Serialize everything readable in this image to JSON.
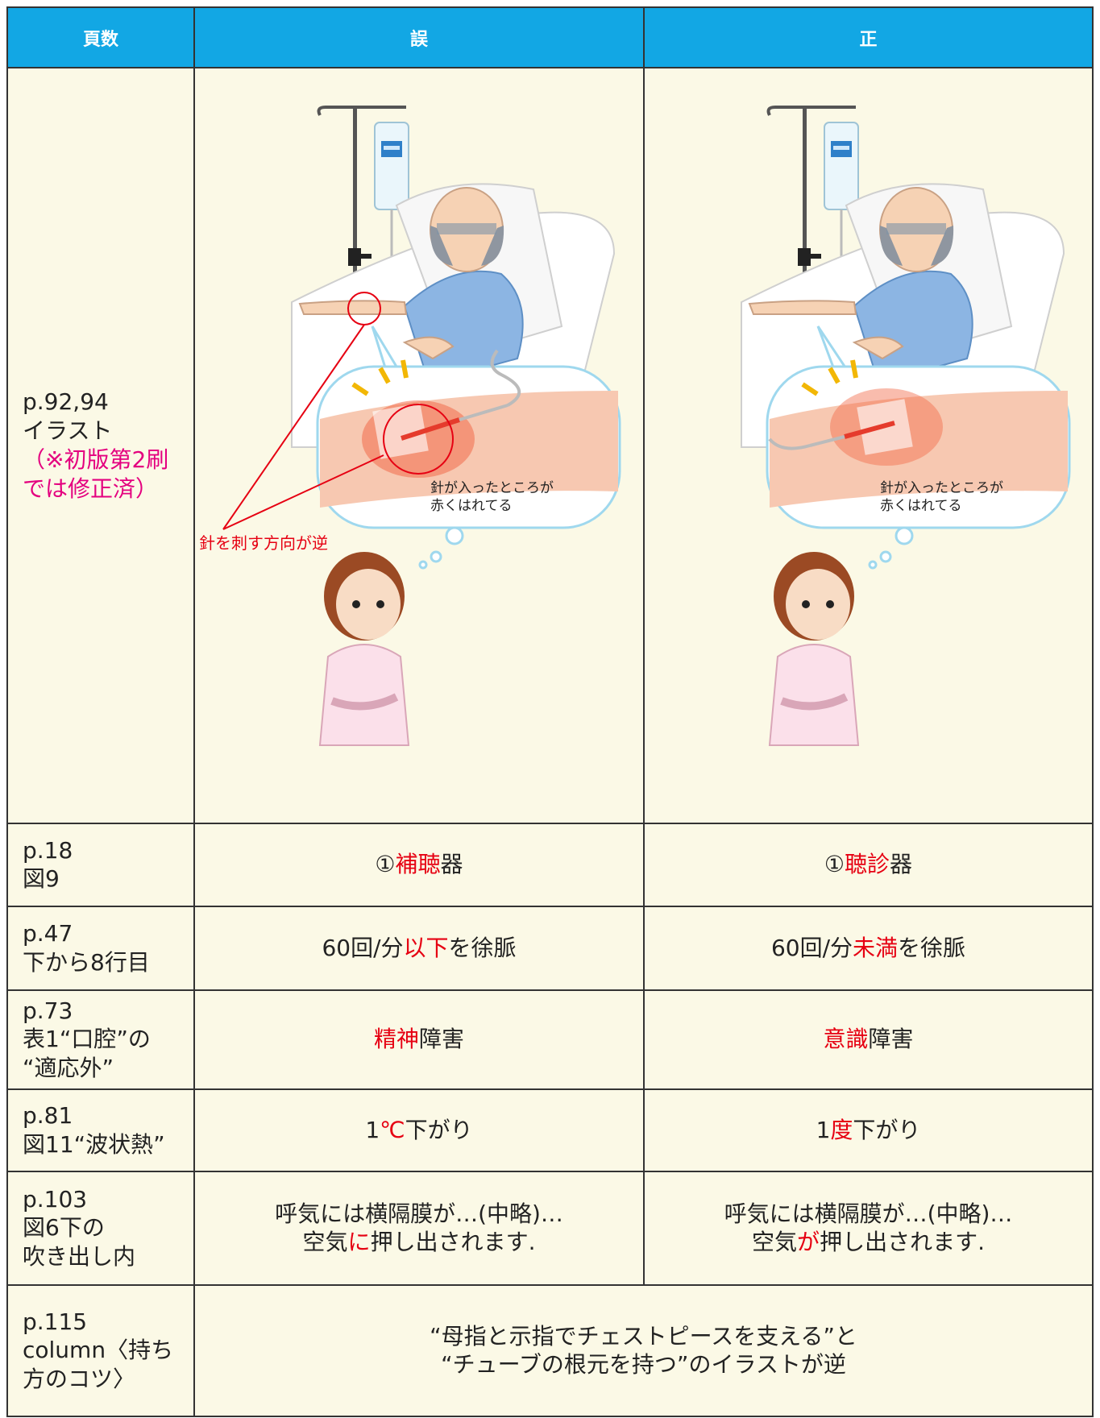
{
  "header": {
    "col_page": "頁数",
    "col_wrong": "誤",
    "col_right": "正"
  },
  "rows": [
    {
      "page_lines": [
        "p.92,94",
        "イラスト"
      ],
      "page_note_lines": [
        "（※初版第2刷",
        "では修正済）"
      ],
      "wrong_illustration": {
        "balloon_lines": [
          "針が入ったところが",
          "赤くはれてる"
        ],
        "annotation": "針を刺す方向が逆"
      },
      "right_illustration": {
        "balloon_lines": [
          "針が入ったところが",
          "赤くはれてる"
        ]
      }
    },
    {
      "page_lines": [
        "p.18",
        "図9"
      ],
      "wrong": [
        "①",
        "補聴",
        "器"
      ],
      "right": [
        "①",
        "聴診",
        "器"
      ]
    },
    {
      "page_lines": [
        "p.47",
        "下から8行目"
      ],
      "wrong": [
        "60回/分",
        "以下",
        "を徐脈"
      ],
      "right": [
        "60回/分",
        "未満",
        "を徐脈"
      ]
    },
    {
      "page_lines": [
        "p.73",
        "表1“口腔”の",
        "“適応外”"
      ],
      "wrong": [
        "",
        "精神",
        "障害"
      ],
      "right": [
        "",
        "意識",
        "障害"
      ]
    },
    {
      "page_lines": [
        "p.81",
        "図11“波状熱”"
      ],
      "wrong": [
        "1",
        "℃",
        "下がり"
      ],
      "right": [
        "1",
        "度",
        "下がり"
      ]
    },
    {
      "page_lines": [
        "p.103",
        "図6下の",
        "吹き出し内"
      ],
      "wrong": {
        "line1": "呼気には横隔膜が…(中略)…",
        "line2": [
          "空気",
          "に",
          "押し出されます."
        ]
      },
      "right": {
        "line1": "呼気には横隔膜が…(中略)…",
        "line2": [
          "空気",
          "が",
          "押し出されます."
        ]
      }
    },
    {
      "page_lines": [
        "p.115",
        "column〈持ち",
        "方のコツ〉"
      ],
      "merged_lines": [
        "“母指と示指でチェストピースを支える”と",
        "“チューブの根元を持つ”のイラストが逆"
      ]
    }
  ],
  "colors": {
    "header_bg": "#12a7e4",
    "cell_bg": "#fbf9e6",
    "highlight": "#e60012",
    "note": "#e4007f"
  }
}
